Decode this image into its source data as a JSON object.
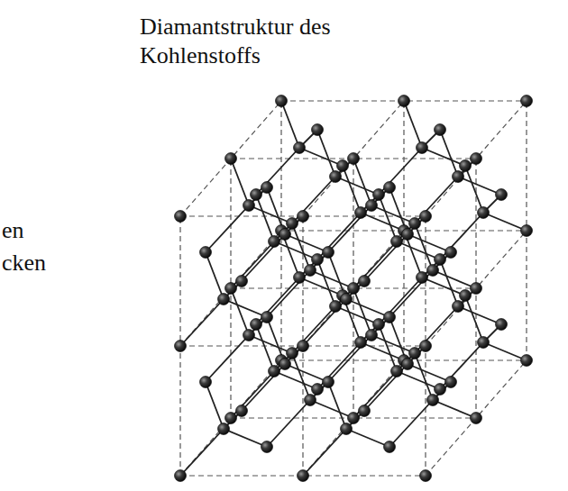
{
  "diagram": {
    "title": "Diamantstruktur des Kohlenstoffs",
    "labels": [
      "en",
      "cken"
    ]
  }
}
